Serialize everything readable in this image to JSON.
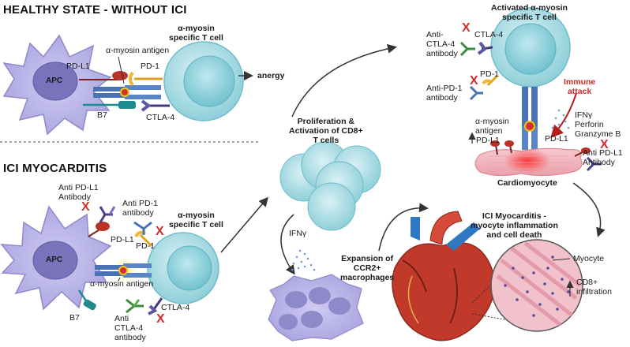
{
  "sections": {
    "healthy": "HEALTHY STATE - WITHOUT ICI",
    "ici": "ICI MYOCARDITIS"
  },
  "healthy": {
    "apc": "APC",
    "tcell": "α-myosin\nspecific T cell",
    "antigen": "α-myosin antigen",
    "pdl1": "PD-L1",
    "pd1": "PD-1",
    "b7": "B7",
    "ctla4": "CTLA-4",
    "anergy": "anergy"
  },
  "ici": {
    "apc": "APC",
    "tcell": "α-myosin\nspecific T cell",
    "anti_pdl1": "Anti PD-L1\nAntibody",
    "anti_pd1": "Anti PD-1\nantibody",
    "pdl1": "PD-L1",
    "pd1": "PD-1",
    "antigen": "α-myosin antigen",
    "b7": "B7",
    "ctla4": "CTLA-4",
    "anti_ctla4": "Anti\nCTLA-4\nantibody"
  },
  "middle": {
    "proliferation": "Proliferation &\nActivation of CD8+\nT cells",
    "ifng": "IFNγ",
    "expansion": "Expansion of\nCCR2+\nmacrophages"
  },
  "activated": {
    "title": "Activated α-myosin\nspecific T cell",
    "anti_ctla4": "Anti-\nCTLA-4\nantibody",
    "ctla4": "CTLA-4",
    "anti_pd1": "Anti-PD-1\nantibody",
    "pd1": "PD-1",
    "immune_attack": "Immune\nattack",
    "cytokines": "IFNγ\nPerforin\nGranzyme B",
    "antigen": "α-myosin\nantigen",
    "pdl1_left": "PD-L1",
    "pdl1_right": "PD-L1",
    "anti_pdl1": "Anti PD-L1\nAntibody",
    "cardiomyocyte": "Cardiomyocyte"
  },
  "outcome": {
    "title": "ICI Myocarditis -\nmyocyte inflammation\nand cell death",
    "myocyte": "Myocyte",
    "cd8": "CD8+\ninfiltration"
  },
  "colors": {
    "apc": "#b9b4e6",
    "apc_nucleus": "#6f68b2",
    "tcell": "#a9dce3",
    "tcell_nucleus": "#6cc2d0",
    "tcr": "#4a73b5",
    "pd1": "#f2b632",
    "pdl1": "#c0392b",
    "ctla4": "#5b57a0",
    "b7": "#1c8a8f",
    "antibody": "#4b3f8f",
    "x_mark": "#d32f2f"
  }
}
